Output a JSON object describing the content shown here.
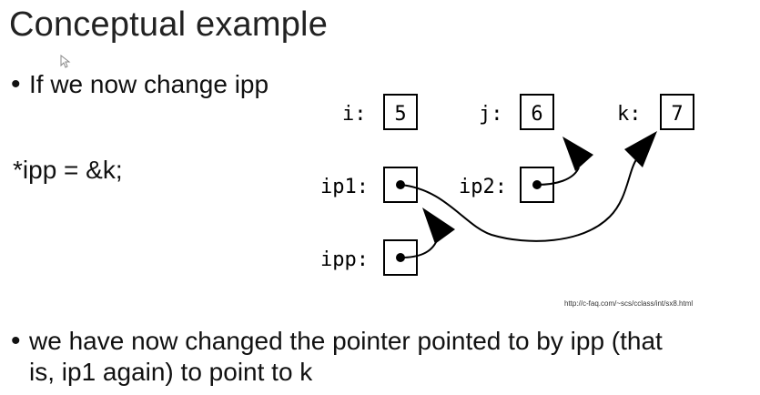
{
  "slide": {
    "title": "Conceptual example",
    "bullet1": "If we now change ipp",
    "code": "*ipp = &k;",
    "bullet2_line1": "we have now changed the pointer pointed to by ipp (that",
    "bullet2_line2": "is, ip1 again) to point to k",
    "source_url": "http://c-faq.com/~scs/cclass/int/sx8.html"
  },
  "diagram": {
    "i_label": "i:",
    "i_value": "5",
    "j_label": "j:",
    "j_value": "6",
    "k_label": "k:",
    "k_value": "7",
    "ip1_label": "ip1:",
    "ip2_label": "ip2:",
    "ipp_label": "ipp:"
  }
}
